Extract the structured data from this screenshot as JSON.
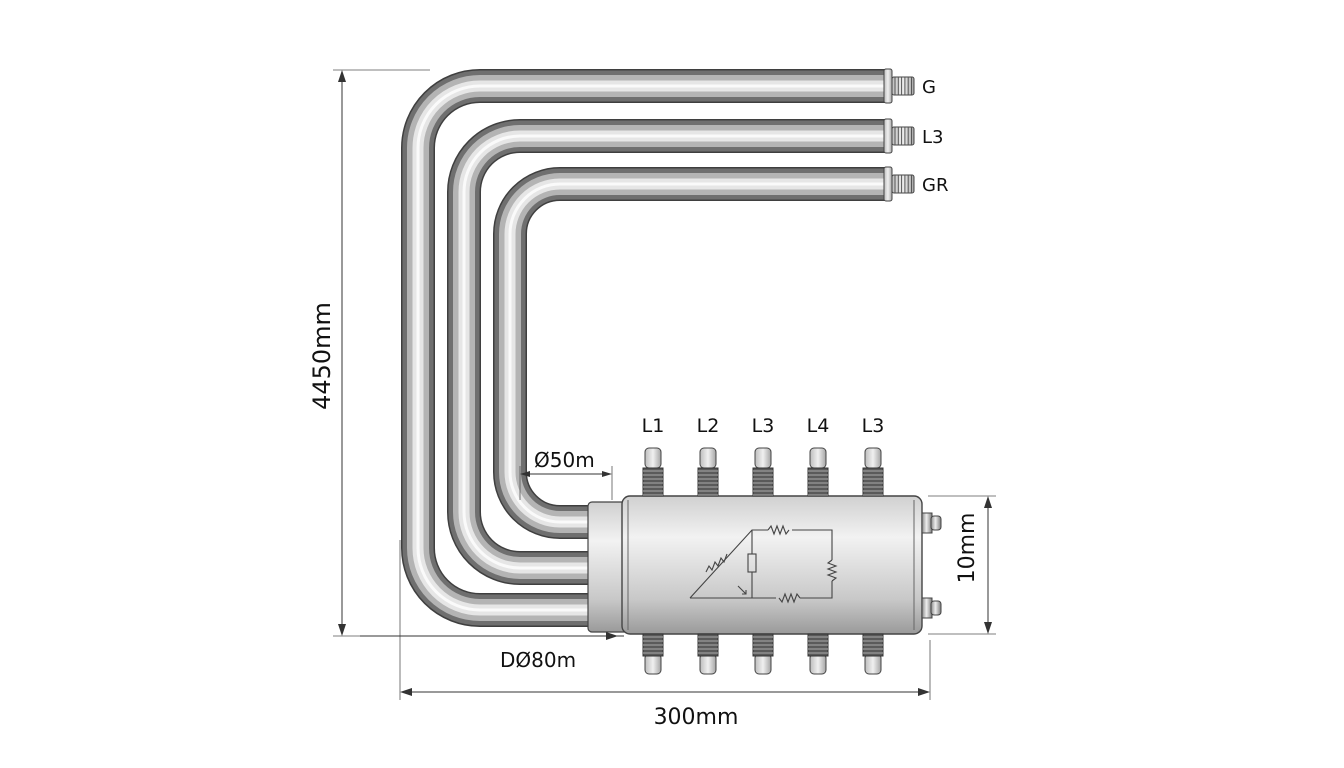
{
  "pipe_labels": [
    "G",
    "L3",
    "GR"
  ],
  "terminal_labels": [
    "L1",
    "L2",
    "L3",
    "L4",
    "L3"
  ],
  "dimensions": {
    "height": "4450mm",
    "width": "300mm",
    "inner_diameter": "Ø50m",
    "outer_diameter": "DØ80m",
    "box_height": "10mm"
  },
  "colors": {
    "pipe_dark": "#6f6f6f",
    "pipe_light": "#e6e6e6",
    "line": "#333333"
  }
}
